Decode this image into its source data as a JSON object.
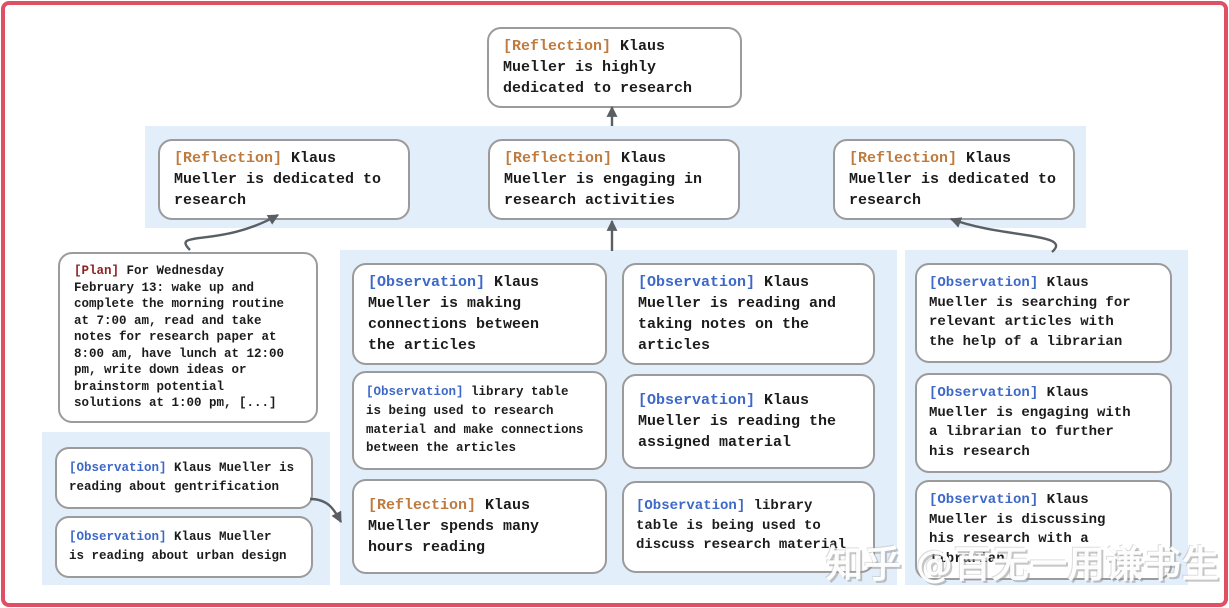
{
  "colors": {
    "frame": "#df5064",
    "band_background": "#e3eefb",
    "node_background": "#ffffff",
    "node_border": "#9b9b9b",
    "node_text": "#1c1c1c",
    "reflection_tag": "#bf7a3e",
    "observation_tag": "#3d68c8",
    "plan_tag": "#8e2222",
    "arrow": "#5a5f63"
  },
  "nodes": {
    "root_reflection": {
      "tag": "[Reflection]",
      "text": "Klaus\nMueller is highly\ndedicated to research"
    },
    "reflection_left": {
      "tag": "[Reflection]",
      "text": "Klaus\nMueller is dedicated to\nresearch"
    },
    "reflection_mid": {
      "tag": "[Reflection]",
      "text": "Klaus\nMueller is engaging in\nresearch activities"
    },
    "reflection_right": {
      "tag": "[Reflection]",
      "text": "Klaus\nMueller is dedicated to\nresearch"
    },
    "plan": {
      "tag": "[Plan]",
      "text": "For Wednesday\nFebruary 13: wake up and\ncomplete the morning routine\nat 7:00 am, read and take\nnotes for research paper at\n8:00 am, have lunch at 12:00\npm, write down ideas or\nbrainstorm potential\nsolutions at 1:00 pm, [...]"
    },
    "obs_gentrification": {
      "tag": "[Observation]",
      "text": "Klaus Mueller is\nreading about gentrification"
    },
    "obs_urban_design": {
      "tag": "[Observation]",
      "text": "Klaus Mueller\nis reading about urban design"
    },
    "obs_making_connections": {
      "tag": "[Observation]",
      "text": "Klaus\nMueller is making\nconnections between\nthe articles"
    },
    "obs_library_research": {
      "tag": "[Observation]",
      "text": "library table\nis being used to research\nmaterial and make connections\nbetween the articles"
    },
    "reflection_hours_reading": {
      "tag": "[Reflection]",
      "text": "Klaus\nMueller spends many\nhours reading"
    },
    "obs_taking_notes": {
      "tag": "[Observation]",
      "text": "Klaus\nMueller is reading and\ntaking notes on the\narticles"
    },
    "obs_assigned_material": {
      "tag": "[Observation]",
      "text": "Klaus\nMueller is reading the\nassigned material"
    },
    "obs_library_discuss": {
      "tag": "[Observation]",
      "text": "library\ntable is being used to\ndiscuss research material"
    },
    "obs_searching_articles": {
      "tag": "[Observation]",
      "text": "Klaus\nMueller is searching for\nrelevant articles with\nthe help of a librarian"
    },
    "obs_engaging_librarian": {
      "tag": "[Observation]",
      "text": "Klaus\nMueller is engaging with\na librarian to further\nhis research"
    },
    "obs_discussing_research": {
      "tag": "[Observation]",
      "text": "Klaus\nMueller is discussing\nhis research with a\nlibrarian"
    }
  },
  "watermark": "知乎 @百无一用谦书生"
}
